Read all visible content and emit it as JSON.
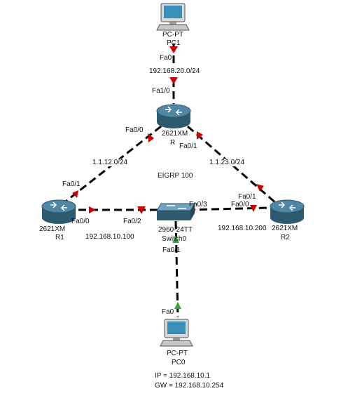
{
  "colors": {
    "link": "#000000",
    "link_down_marker": "#cc0000",
    "link_up_marker": "#33aa33",
    "router_body": "#3f6d84",
    "pc_body": "#d8d8d8",
    "pc_screen": "#3a8fb8",
    "switch_body": "#4a7f9a"
  },
  "devices": {
    "pc1": {
      "model": "PC-PT",
      "name": "PC1",
      "icon": "pc-icon"
    },
    "r": {
      "model": "2621XM",
      "name": "R",
      "icon": "router-icon"
    },
    "r1": {
      "model": "2621XM",
      "name": "R1",
      "icon": "router-icon"
    },
    "r2": {
      "model": "2621XM",
      "name": "R2",
      "icon": "router-icon"
    },
    "switch0": {
      "model": "2960-24TT",
      "name": "Switch0",
      "icon": "switch-icon"
    },
    "pc0": {
      "model": "PC-PT",
      "name": "PC0",
      "icon": "pc-icon",
      "ip": "IP = 192.168.10.1",
      "gw": "GW = 192.168.10.254"
    }
  },
  "interfaces": {
    "pc1_fa0": "Fa0",
    "r_fa1_0": "Fa1/0",
    "r_fa0_0": "Fa0/0",
    "r_fa0_1": "Fa0/1",
    "r1_fa0_1": "Fa0/1",
    "r1_fa0_0": "Fa0/0",
    "sw_fa0_2": "Fa0/2",
    "sw_fa0_3": "Fa0/3",
    "sw_fa0_1": "Fa0/1",
    "r2_fa0_1": "Fa0/1",
    "r2_fa0_0": "Fa0/0",
    "pc0_fa0": "Fa0"
  },
  "networks": {
    "top": "192.168.20.0/24",
    "r_r1": "1.1.12.0/24",
    "r_r2": "1.1.23.0/24",
    "r1_lan": "192.168.10.100",
    "r2_lan": "192.168.10.200",
    "protocol": "EIGRP 100"
  }
}
